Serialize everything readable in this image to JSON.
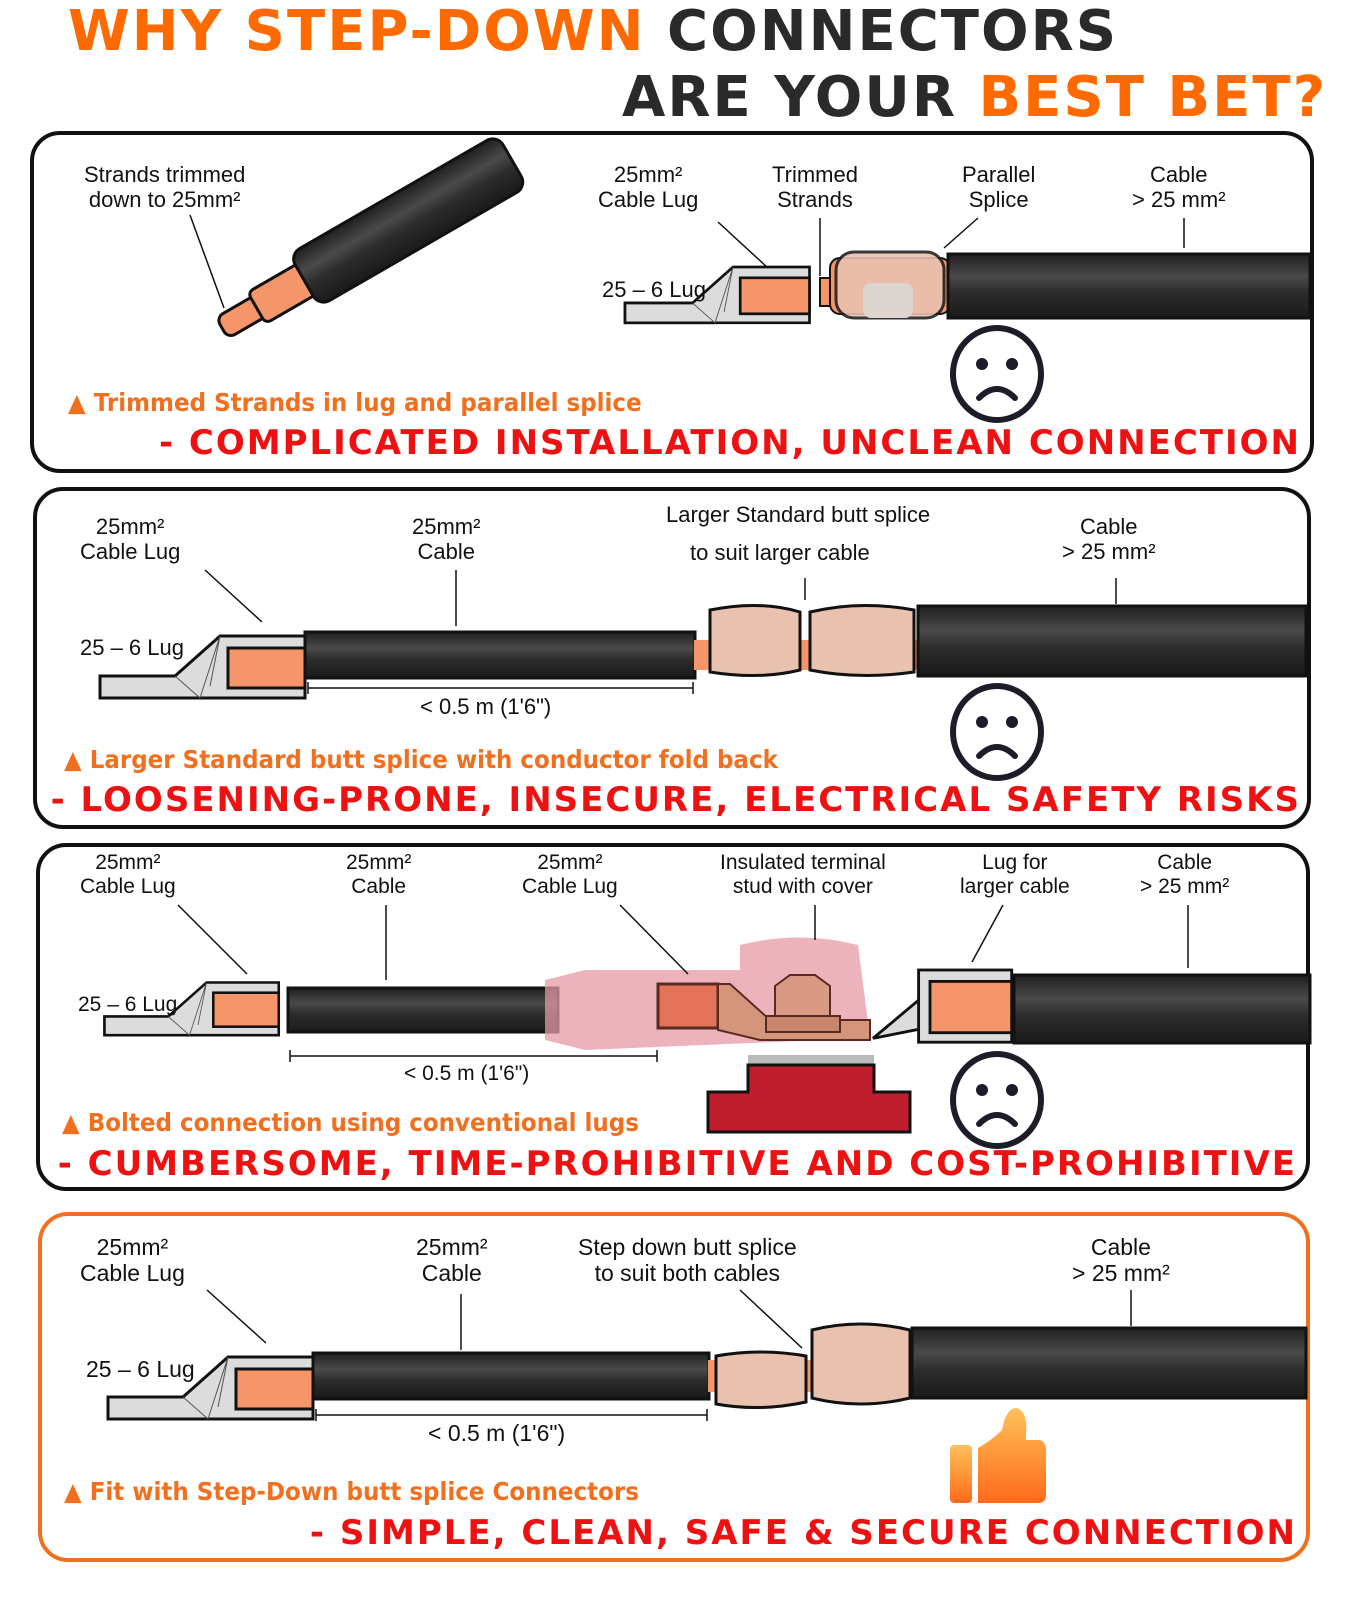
{
  "title": {
    "line1_orange": "WHY STEP-DOWN",
    "line1_dark": "CONNECTORS",
    "line2_dark": "ARE YOUR",
    "line2_orange": "BEST BET?"
  },
  "colors": {
    "accent_orange": "#ff6a00",
    "verdict_red": "#ee1111",
    "copper": "#f4956a",
    "cable_black": "#2b2b2b",
    "good_border": "#f07020"
  },
  "panels": [
    {
      "labels": {
        "strands": "Strands trimmed\ndown to 25mm²",
        "cable_lug": "25mm²\nCable Lug",
        "trimmed": "Trimmed\nStrands",
        "parallel": "Parallel\nSplice",
        "cable_big": "Cable\n> 25 mm²",
        "lug_code": "25 – 6 Lug"
      },
      "icon": "sad-face-icon",
      "note": "▲ Trimmed Strands in lug and parallel splice",
      "verdict": "- COMPLICATED INSTALLATION, UNCLEAN CONNECTION"
    },
    {
      "labels": {
        "cable_lug": "25mm²\nCable Lug",
        "cable_small": "25mm²\nCable",
        "butt_splice_1": "Larger Standard butt splice",
        "butt_splice_2": "to suit larger cable",
        "cable_big": "Cable\n> 25 mm²",
        "lug_code": "25 – 6 Lug",
        "length": "< 0.5 m (1'6\")"
      },
      "icon": "sad-face-icon",
      "note": "▲ Larger Standard butt splice with conductor fold back",
      "verdict": "- LOOSENING-PRONE, INSECURE, ELECTRICAL SAFETY RISKS"
    },
    {
      "labels": {
        "cable_lug": "25mm²\nCable Lug",
        "cable_small": "25mm²\nCable",
        "cable_lug_2": "25mm²\nCable Lug",
        "terminal": "Insulated terminal\nstud with cover",
        "lug_larger": "Lug for\nlarger cable",
        "cable_big": "Cable\n> 25 mm²",
        "lug_code": "25 – 6 Lug",
        "length": "< 0.5 m (1'6\")"
      },
      "icon": "sad-face-icon",
      "note": "▲ Bolted connection using conventional lugs",
      "verdict": "- CUMBERSOME, TIME-PROHIBITIVE AND COST-PROHIBITIVE"
    },
    {
      "labels": {
        "cable_lug": "25mm²\nCable Lug",
        "cable_small": "25mm²\nCable",
        "step_down": "Step down butt splice\nto suit both cables",
        "cable_big": "Cable\n> 25 mm²",
        "lug_code": "25 – 6 Lug",
        "length": "< 0.5 m (1'6\")"
      },
      "icon": "thumbs-up-icon",
      "note": "▲ Fit with Step-Down butt splice Connectors",
      "verdict": "- SIMPLE, CLEAN, SAFE & SECURE CONNECTION"
    }
  ]
}
